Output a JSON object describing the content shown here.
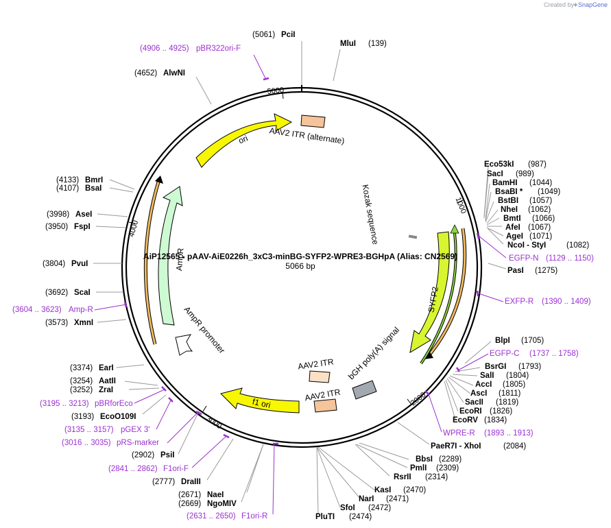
{
  "credit": {
    "prefix": "Created by",
    "brand": "SnapGene"
  },
  "plasmid": {
    "name": "AiP12565 - pAAV-AiE0226h_3xC3-minBG-SYFP2-WPRE3-BGHpA (Alias: CN2569)",
    "size": "5066 bp"
  },
  "ticks": [
    "1000",
    "2000",
    "3000",
    "4000",
    "5000"
  ],
  "sites": [
    {
      "pos": "(5061)",
      "name": "PciI"
    },
    {
      "pos": "(139)",
      "name": "MluI"
    },
    {
      "pos": "(4652)",
      "name": "AlwNI"
    },
    {
      "pos": "(987)",
      "name": "Eco53kI"
    },
    {
      "pos": "(989)",
      "name": "SacI"
    },
    {
      "pos": "(1044)",
      "name": "BamHI"
    },
    {
      "pos": "(1049)",
      "name": "BsaBI *"
    },
    {
      "pos": "(1057)",
      "name": "BstBI"
    },
    {
      "pos": "(1062)",
      "name": "NheI"
    },
    {
      "pos": "(1066)",
      "name": "BmtI"
    },
    {
      "pos": "(1067)",
      "name": "AfeI"
    },
    {
      "pos": "(1071)",
      "name": "AgeI"
    },
    {
      "pos": "(1082)",
      "name": "NcoI  - StyI"
    },
    {
      "pos": "(1275)",
      "name": "PasI"
    },
    {
      "pos": "(1705)",
      "name": "BlpI"
    },
    {
      "pos": "(1793)",
      "name": "BsrGI"
    },
    {
      "pos": "(1804)",
      "name": "SalI"
    },
    {
      "pos": "(1805)",
      "name": "AccI"
    },
    {
      "pos": "(1811)",
      "name": "AscI"
    },
    {
      "pos": "(1819)",
      "name": "SacII"
    },
    {
      "pos": "(1826)",
      "name": "EcoRI"
    },
    {
      "pos": "(1834)",
      "name": "EcoRV"
    },
    {
      "pos": "(2084)",
      "name": "PaeR7I  - XhoI"
    },
    {
      "pos": "(2289)",
      "name": "BbsI"
    },
    {
      "pos": "(2309)",
      "name": "PmlI"
    },
    {
      "pos": "(2314)",
      "name": "RsrII"
    },
    {
      "pos": "(2470)",
      "name": "KasI"
    },
    {
      "pos": "(2471)",
      "name": "NarI"
    },
    {
      "pos": "(2472)",
      "name": "SfoI"
    },
    {
      "pos": "(2474)",
      "name": "PluTI"
    },
    {
      "pos": "(2669)",
      "name": "NgoMIV"
    },
    {
      "pos": "(2671)",
      "name": "NaeI"
    },
    {
      "pos": "(2777)",
      "name": "DraIII"
    },
    {
      "pos": "(2902)",
      "name": "PsiI"
    },
    {
      "pos": "(3193)",
      "name": "EcoO109I"
    },
    {
      "pos": "(3252)",
      "name": "ZraI"
    },
    {
      "pos": "(3254)",
      "name": "AatII"
    },
    {
      "pos": "(3374)",
      "name": "EarI"
    },
    {
      "pos": "(3573)",
      "name": "XmnI"
    },
    {
      "pos": "(3692)",
      "name": "ScaI"
    },
    {
      "pos": "(3804)",
      "name": "PvuI"
    },
    {
      "pos": "(3950)",
      "name": "FspI"
    },
    {
      "pos": "(3998)",
      "name": "AseI"
    },
    {
      "pos": "(4107)",
      "name": "BsaI"
    },
    {
      "pos": "(4133)",
      "name": "BmrI"
    }
  ],
  "primers": [
    {
      "range": "(4906 .. 4925)",
      "name": "pBR322ori-F"
    },
    {
      "range": "(1129 .. 1150)",
      "name": "EGFP-N"
    },
    {
      "range": "(1390 .. 1409)",
      "name": "EXFP-R"
    },
    {
      "range": "(1737 .. 1758)",
      "name": "EGFP-C"
    },
    {
      "range": "(1893 .. 1913)",
      "name": "WPRE-R"
    },
    {
      "range": "(2631 .. 2650)",
      "name": "F1ori-R"
    },
    {
      "range": "(2841 .. 2862)",
      "name": "F1ori-F"
    },
    {
      "range": "(3016 .. 3035)",
      "name": "pRS-marker"
    },
    {
      "range": "(3135 .. 3157)",
      "name": "pGEX 3'"
    },
    {
      "range": "(3195 .. 3213)",
      "name": "pBRforEco"
    },
    {
      "range": "(3604 .. 3623)",
      "name": "Amp-R"
    }
  ],
  "features": [
    {
      "name": "AAV2 ITR (alternate)"
    },
    {
      "name": "ori"
    },
    {
      "name": "Kozak sequence"
    },
    {
      "name": "SYFP2"
    },
    {
      "name": "bGH poly(A) signal"
    },
    {
      "name": "AAV2 ITR"
    },
    {
      "name": "AAV2 ITR"
    },
    {
      "name": "f1 ori"
    },
    {
      "name": "AmpR promoter"
    },
    {
      "name": "AmpR"
    }
  ],
  "colors": {
    "primer": "#9b30d0",
    "ori": "#f7f700",
    "itr": "#f5c49a",
    "amp": "#cdfad2",
    "syfp2": "#d8f530",
    "polyA": "#a2a9b0",
    "wpre": "#8fd640",
    "orangeArc": "#f0b860"
  }
}
